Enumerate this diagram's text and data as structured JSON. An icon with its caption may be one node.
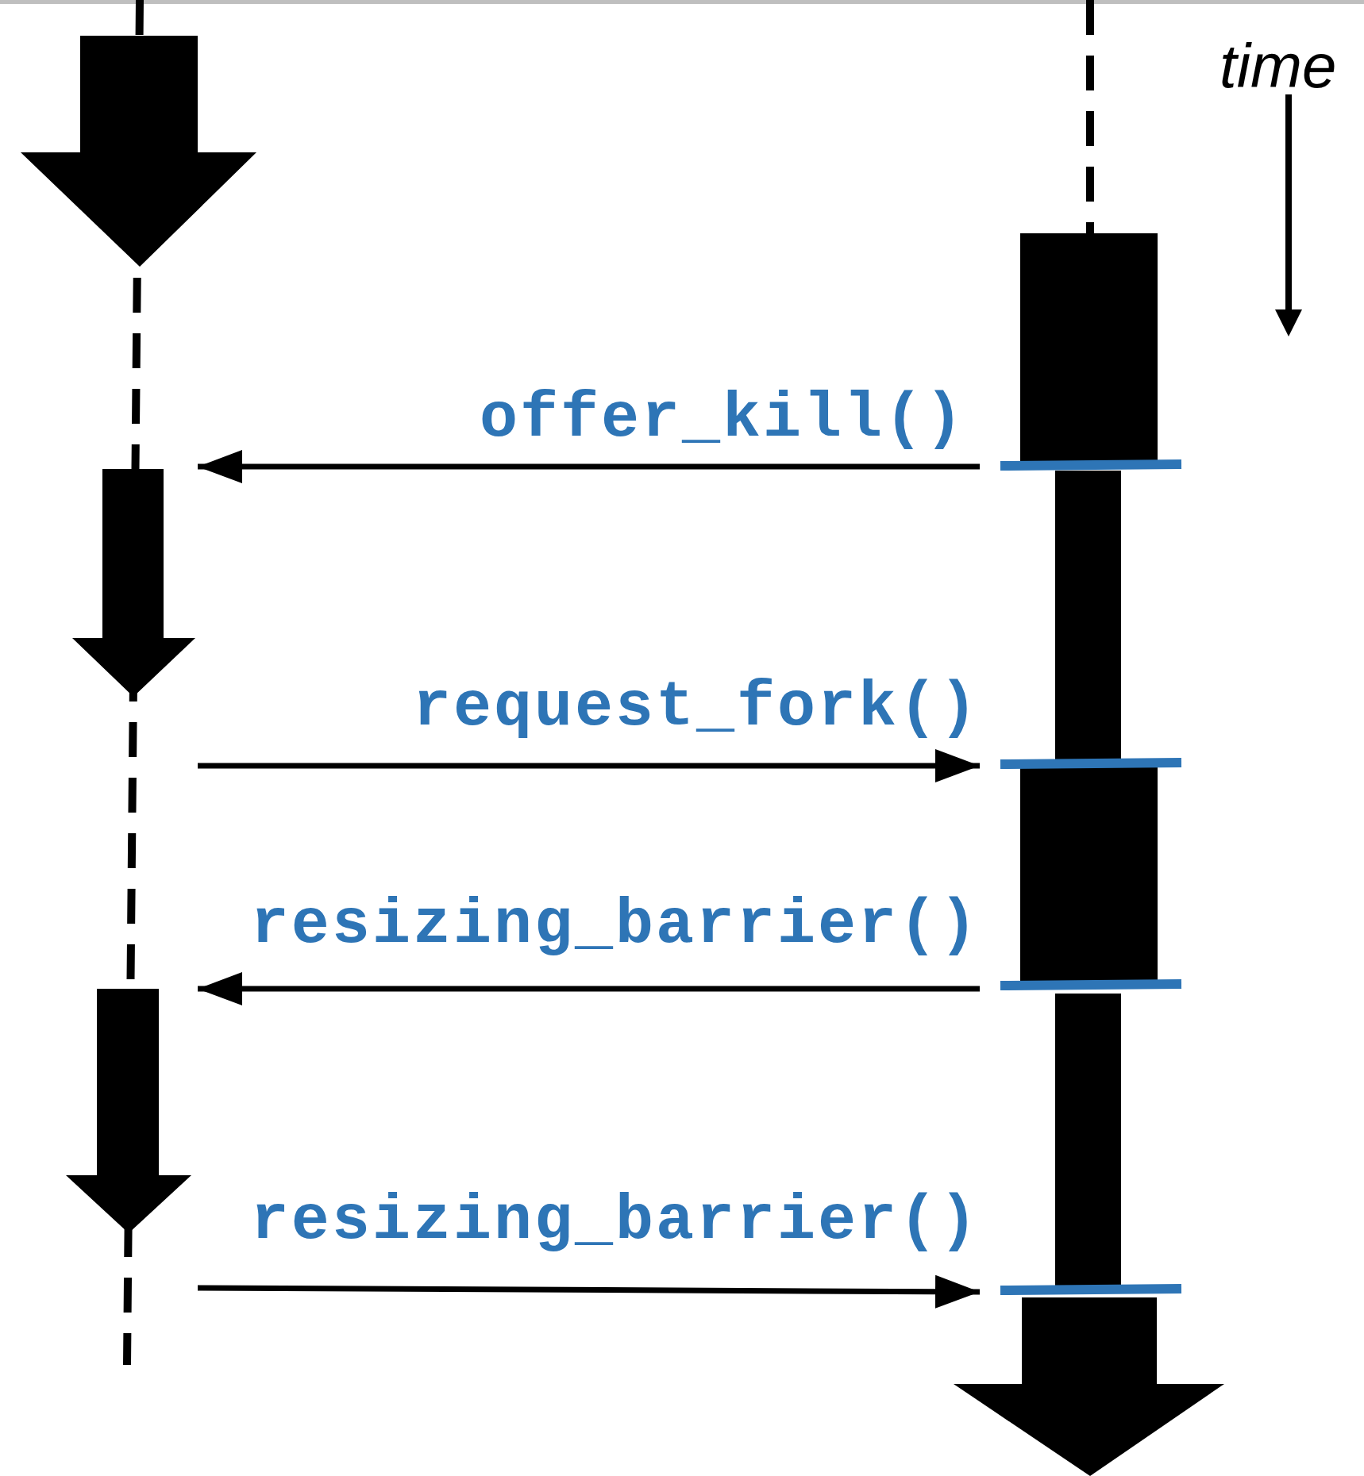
{
  "diagram": {
    "nodes": [
      {
        "text": [],
        "shape": "bar"
      },
      {
        "text": [],
        "shape": "bar"
      }
    ],
    "edges": [
      {
        "from": 1,
        "to": 0,
        "arrow": "to",
        "label": "offer_kill()"
      },
      {
        "from": 0,
        "to": 1,
        "arrow": "to",
        "label": "request_fork()"
      },
      {
        "from": 1,
        "to": 0,
        "arrow": "to",
        "label": "resizing_barrier()"
      },
      {
        "from": 0,
        "to": 1,
        "arrow": "to",
        "label": "resizing_barrier()"
      }
    ],
    "labels": [
      "time"
    ]
  }
}
